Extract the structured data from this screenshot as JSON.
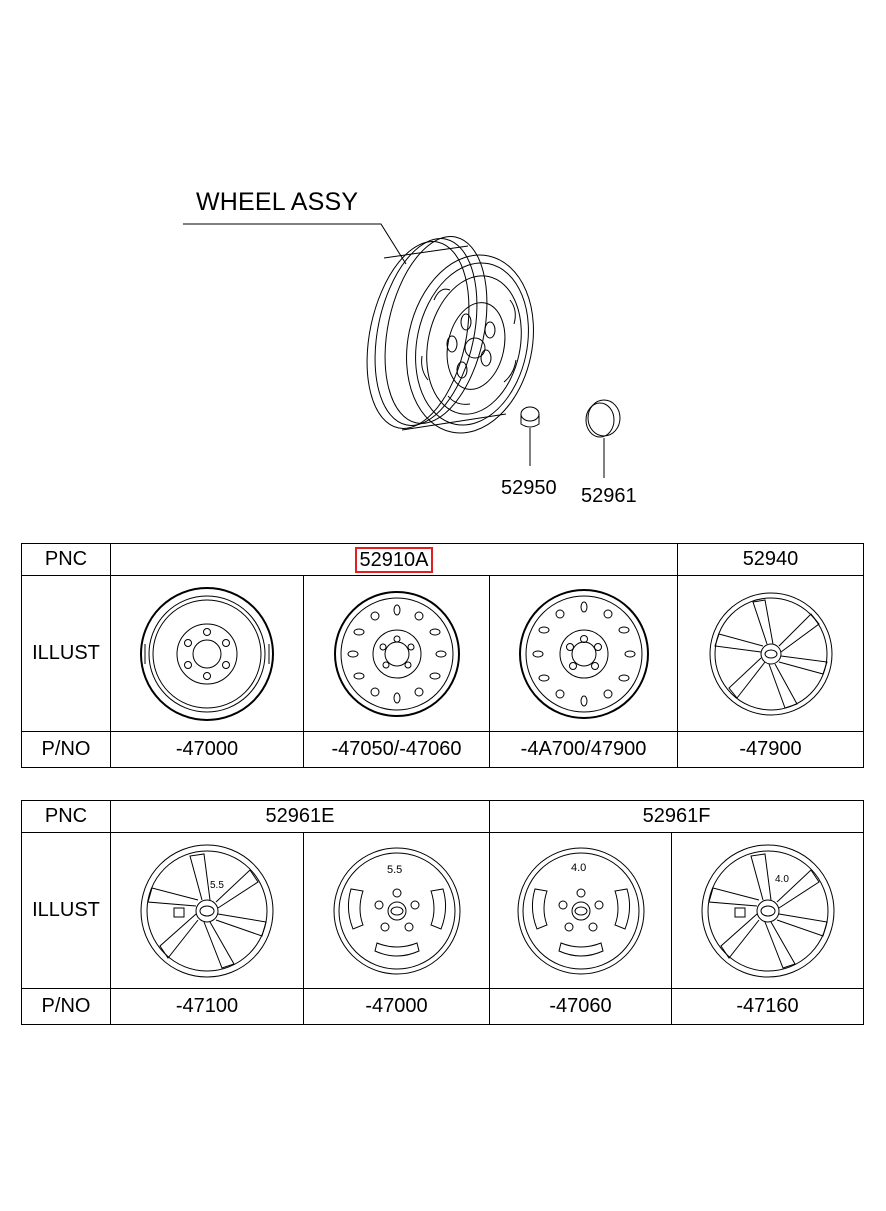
{
  "diagram": {
    "title": "WHEEL ASSY",
    "callouts": [
      {
        "id": "52950"
      },
      {
        "id": "52961"
      }
    ]
  },
  "table1": {
    "row_labels": {
      "pnc": "PNC",
      "illust": "ILLUST",
      "pno": "P/NO"
    },
    "pnc_groups": [
      {
        "pnc": "52910A",
        "highlighted": true
      },
      {
        "pnc": "52940",
        "highlighted": false
      }
    ],
    "columns": [
      {
        "pno": "-47000",
        "icon": "steel-wheel-plain-icon"
      },
      {
        "pno": "-47050/-47060",
        "icon": "steel-wheel-slotted-icon"
      },
      {
        "pno": "-4A700/47900",
        "icon": "steel-wheel-slotted-icon"
      },
      {
        "pno": "-47900",
        "icon": "alloy-wheel-7-spoke-icon"
      }
    ]
  },
  "table2": {
    "row_labels": {
      "pnc": "PNC",
      "illust": "ILLUST",
      "pno": "P/NO"
    },
    "pnc_groups": [
      {
        "pnc": "52961E"
      },
      {
        "pnc": "52961F"
      }
    ],
    "columns": [
      {
        "pno": "-47100",
        "icon": "wheel-cover-spoke-icon",
        "badge": "5.5"
      },
      {
        "pno": "-47000",
        "icon": "wheel-cover-slot-icon",
        "badge": "5.5"
      },
      {
        "pno": "-47060",
        "icon": "wheel-cover-slot-icon",
        "badge": "4.0"
      },
      {
        "pno": "-47160",
        "icon": "wheel-cover-spoke-icon",
        "badge": "4.0"
      }
    ]
  },
  "colors": {
    "line": "#000000",
    "highlight": "#e02020"
  }
}
